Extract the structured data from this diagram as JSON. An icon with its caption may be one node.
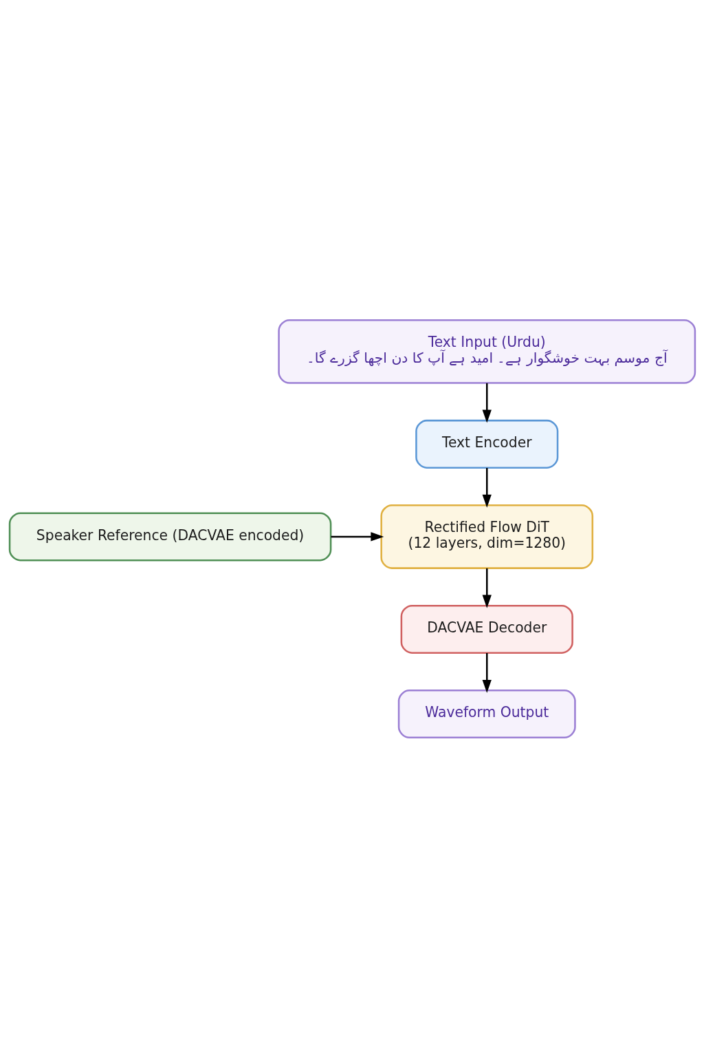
{
  "diagram": {
    "nodes": [
      {
        "text": [
          "Text Input (Urdu)",
          "آج موسم بہت خوشگوار ہے۔ امید ہے آپ کا دن اچھا گزرے گا۔"
        ]
      },
      {
        "text": [
          "Text Encoder"
        ]
      },
      {
        "text": [
          "Rectified Flow DiT",
          "(12 layers, dim=1280)"
        ]
      },
      {
        "text": [
          "Speaker Reference (DACVAE encoded)"
        ]
      },
      {
        "text": [
          "DACVAE Decoder"
        ]
      },
      {
        "text": [
          "Waveform Output"
        ]
      }
    ],
    "edges": [
      {
        "from": 0,
        "to": 1,
        "arrow": "to"
      },
      {
        "from": 1,
        "to": 2,
        "arrow": "to"
      },
      {
        "from": 3,
        "to": 2,
        "arrow": "to"
      },
      {
        "from": 2,
        "to": 4,
        "arrow": "to"
      },
      {
        "from": 4,
        "to": 5,
        "arrow": "to"
      }
    ]
  }
}
